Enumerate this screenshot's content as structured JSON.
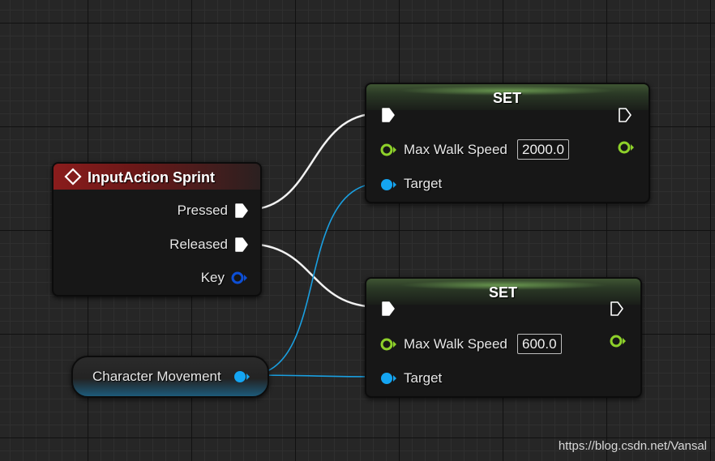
{
  "event_node": {
    "title": "InputAction Sprint",
    "pins": {
      "pressed": "Pressed",
      "released": "Released",
      "key": "Key"
    }
  },
  "set_nodes": [
    {
      "title": "SET",
      "property_label": "Max Walk Speed",
      "value": "2000.0",
      "target_label": "Target"
    },
    {
      "title": "SET",
      "property_label": "Max Walk Speed",
      "value": "600.0",
      "target_label": "Target"
    }
  ],
  "variable_node": {
    "label": "Character Movement"
  },
  "colors": {
    "exec_pin": "#ffffff",
    "float_pin": "#8ed12a",
    "object_pin": "#14a5f2",
    "struct_pin": "#0d4fd6",
    "event_header": "#8a1c1c",
    "set_header": "#4f6e3d"
  },
  "watermark": "https://blog.csdn.net/Vansal"
}
